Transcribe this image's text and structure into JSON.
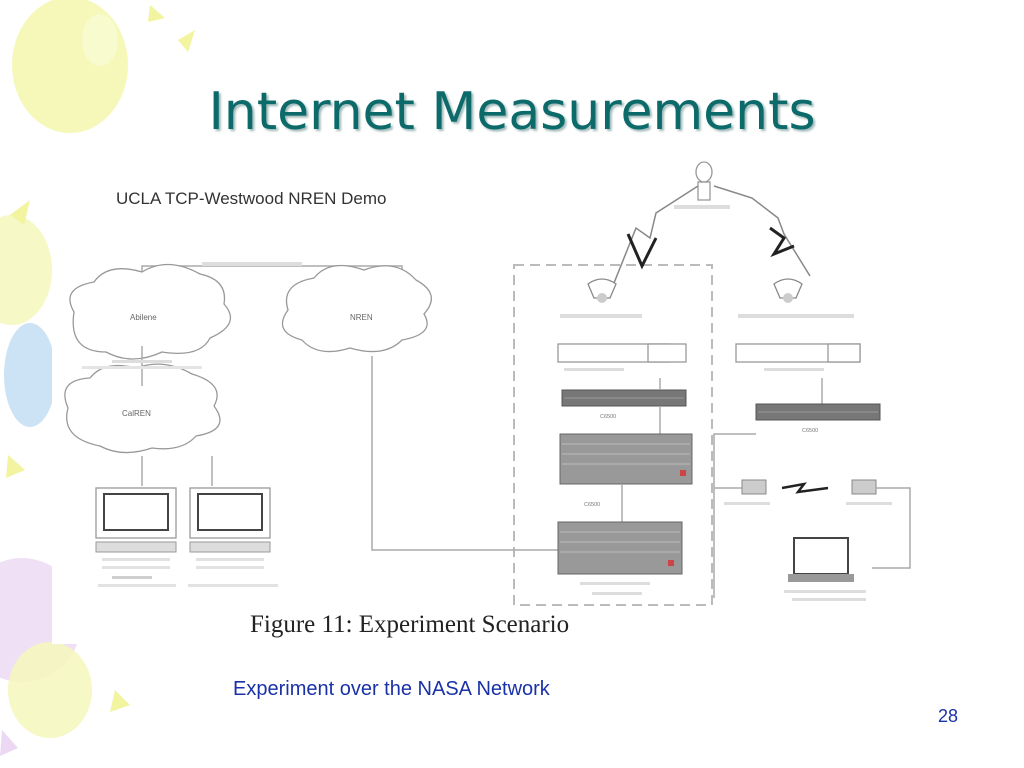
{
  "slide": {
    "title": "Internet Measurements",
    "caption": "Experiment over the NASA Network",
    "page_number": "28"
  },
  "figure": {
    "diagram_title": "UCLA TCP-Westwood NREN Demo",
    "caption": "Figure 11: Experiment Scenario",
    "clouds": {
      "left_top": "Abilene",
      "left_bottom": "CalREN",
      "middle": "NREN"
    },
    "devices": {
      "left_router": "C6500",
      "mid_router": "C6500",
      "right_router": "C6500"
    }
  },
  "colors": {
    "title": "#0c6a6a",
    "caption_text": "#1a32a8",
    "balloon_yellow": "#f2f6a8",
    "balloon_blue": "#c6e0f4",
    "balloon_purple": "#ecd8f2"
  }
}
